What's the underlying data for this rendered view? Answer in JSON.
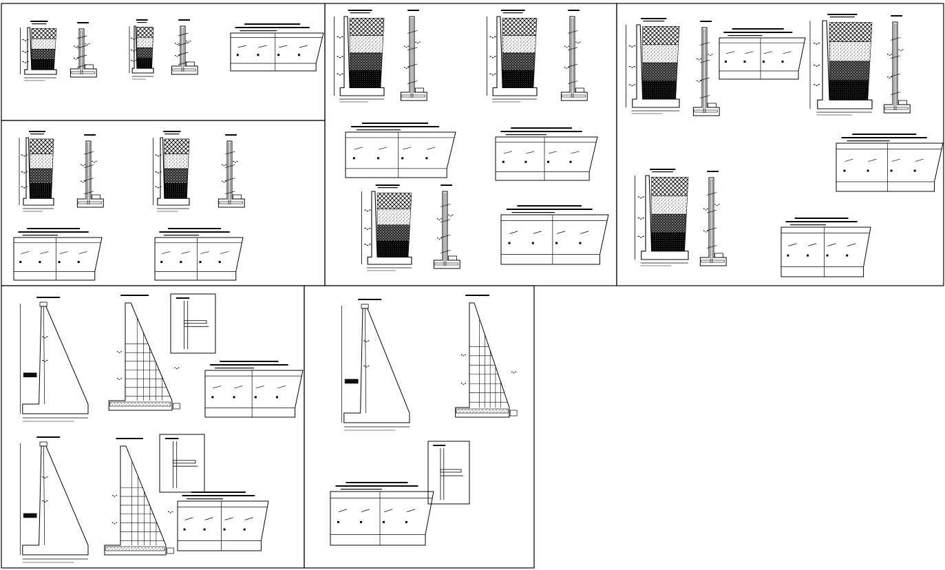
{
  "sheet": {
    "type": "cad-drawing-sheet",
    "panels": [
      {
        "id": "panel-1",
        "drawings": [
          "retaining-wall-section",
          "reinforcement-detail",
          "retaining-wall-section",
          "reinforcement-detail",
          "bar-schedule"
        ]
      },
      {
        "id": "panel-2",
        "drawings": [
          "retaining-wall-section",
          "reinforcement-detail",
          "retaining-wall-section",
          "reinforcement-detail",
          "bar-schedule",
          "bar-schedule"
        ]
      },
      {
        "id": "panel-3",
        "drawings": [
          "retaining-wall-section",
          "reinforcement-detail",
          "bar-schedule",
          "bar-schedule",
          "retaining-wall-section",
          "reinforcement-detail",
          "bar-schedule",
          "bar-schedule"
        ]
      },
      {
        "id": "panel-4",
        "drawings": [
          "retaining-wall-section",
          "reinforcement-detail",
          "retaining-wall-section",
          "reinforcement-detail",
          "bar-schedule",
          "bar-schedule"
        ]
      },
      {
        "id": "panel-5",
        "drawings": [
          "counterfort-wall-section",
          "counterfort-reinforcement-grid",
          "enlarged-detail",
          "bar-schedule",
          "counterfort-wall-section",
          "counterfort-reinforcement-grid",
          "enlarged-detail",
          "bar-schedule"
        ]
      },
      {
        "id": "panel-6",
        "drawings": [
          "counterfort-wall-section",
          "counterfort-reinforcement-grid",
          "enlarged-detail",
          "bar-schedule"
        ]
      }
    ]
  },
  "style": {
    "line_color": "#000000",
    "background": "#ffffff"
  }
}
